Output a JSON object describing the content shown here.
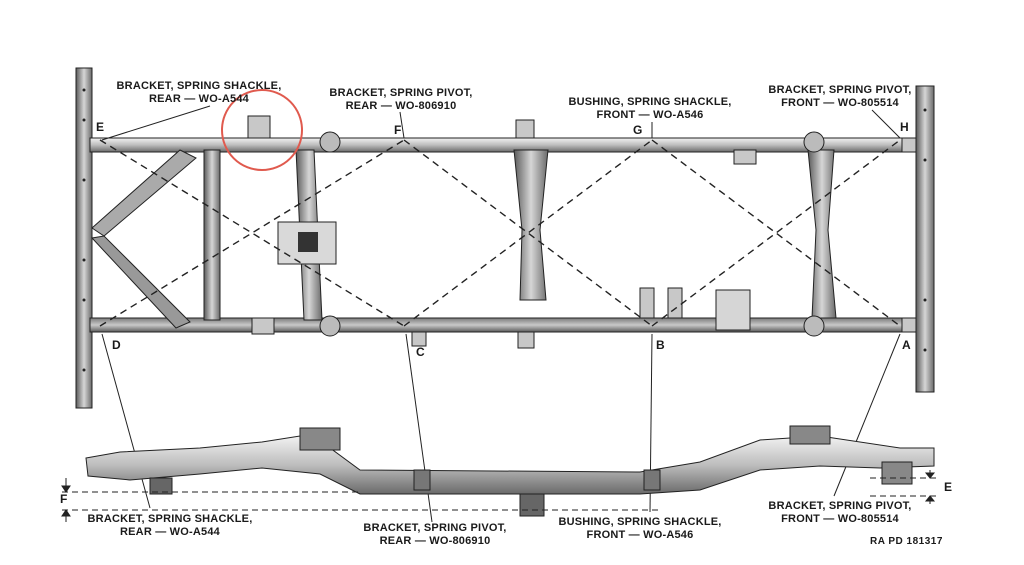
{
  "callouts": {
    "top": [
      {
        "line1": "BRACKET, SPRING SHACKLE,",
        "line2": "REAR — WO-A544"
      },
      {
        "line1": "BRACKET, SPRING PIVOT,",
        "line2": "REAR — WO-806910"
      },
      {
        "line1": "BUSHING, SPRING SHACKLE,",
        "line2": "FRONT — WO-A546"
      },
      {
        "line1": "BRACKET, SPRING PIVOT,",
        "line2": "FRONT — WO-805514"
      }
    ],
    "bottom": [
      {
        "line1": "BRACKET, SPRING SHACKLE,",
        "line2": "REAR — WO-A544"
      },
      {
        "line1": "BRACKET, SPRING PIVOT,",
        "line2": "REAR — WO-806910"
      },
      {
        "line1": "BUSHING, SPRING SHACKLE,",
        "line2": "FRONT — WO-A546"
      },
      {
        "line1": "BRACKET, SPRING PIVOT,",
        "line2": "FRONT — WO-805514"
      }
    ]
  },
  "points": {
    "A": "A",
    "B": "B",
    "C": "C",
    "D": "D",
    "E": "E",
    "F": "F",
    "G": "G",
    "H": "H"
  },
  "side_view_dims": {
    "F": "F",
    "E": "E"
  },
  "reference": "RA PD 181317",
  "colors": {
    "ink": "#2a2a2a",
    "frame": "#cfcfcf",
    "highlight": "#e05a4e"
  }
}
